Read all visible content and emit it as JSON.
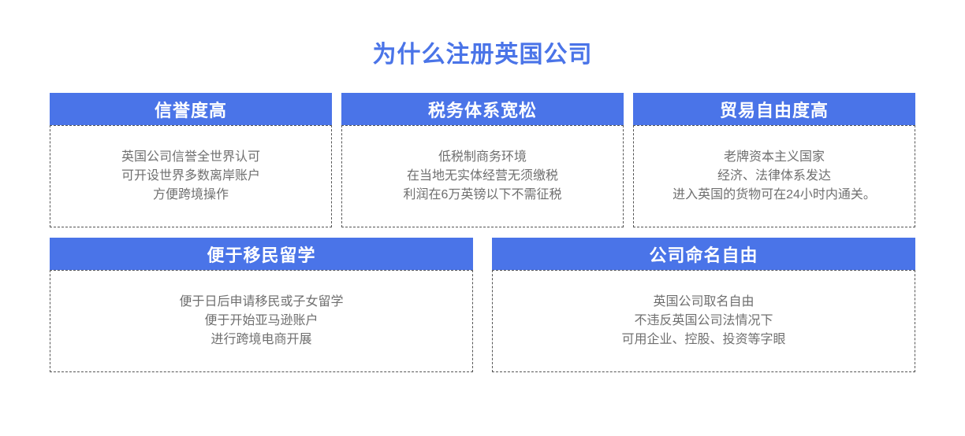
{
  "page": {
    "title": "为什么注册英国公司"
  },
  "colors": {
    "accent": "#4a74e8",
    "header_text": "#ffffff",
    "body_text": "#6f6f6f",
    "dashed_border": "#555555",
    "background": "#ffffff"
  },
  "cards": [
    {
      "title": "信誉度高",
      "lines": [
        "英国公司信誉全世界认可",
        "可开设世界多数离岸账户",
        "方便跨境操作"
      ]
    },
    {
      "title": "税务体系宽松",
      "lines": [
        "低税制商务环境",
        "在当地无实体经营无须缴税",
        "利润在6万英镑以下不需征税"
      ]
    },
    {
      "title": "贸易自由度高",
      "lines": [
        "老牌资本主义国家",
        "经济、法律体系发达",
        "进入英国的货物可在24小时内通关。"
      ]
    },
    {
      "title": "便于移民留学",
      "lines": [
        "便于日后申请移民或子女留学",
        "便于开始亚马逊账户",
        "进行跨境电商开展"
      ]
    },
    {
      "title": "公司命名自由",
      "lines": [
        "英国公司取名自由",
        "不违反英国公司法情况下",
        "可用企业、控股、投资等字眼"
      ]
    }
  ]
}
